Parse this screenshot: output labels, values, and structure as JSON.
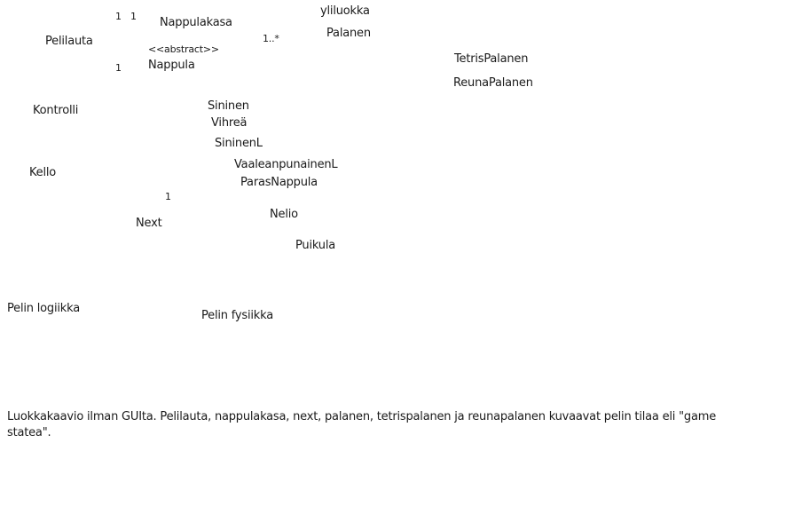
{
  "diagram": {
    "labels": {
      "mult_1_1": "1",
      "mult_1_2": "1",
      "nappulakasa": "Nappulakasa",
      "yliluokka": "yliluokka",
      "pelilauta": "Pelilauta",
      "abstract": "<<abstract>>",
      "mult_many": "1..*",
      "palanen": "Palanen",
      "mult_1_3": "1",
      "nappula": "Nappula",
      "tetrispalanen": "TetrisPalanen",
      "reunapalanen": "ReunaPalanen",
      "kontrolli": "Kontrolli",
      "sininen": "Sininen",
      "vihrea": "Vihreä",
      "sininenl": "SininenL",
      "vaaleanpunainenl": "VaaleanpunainenL",
      "kello": "Kello",
      "parasnappula": "ParasNappula",
      "mult_1_4": "1",
      "next": "Next",
      "nelio": "Nelio",
      "puikula": "Puikula",
      "pelin_logiikka": "Pelin logiikka",
      "pelin_fysiikka": "Pelin fysiikka"
    },
    "caption": "Luokkakaavio ilman GUIta. Pelilauta, nappulakasa, next, palanen, tetrispalanen ja reunapalanen kuvaavat pelin tilaa eli \"game statea\"."
  }
}
